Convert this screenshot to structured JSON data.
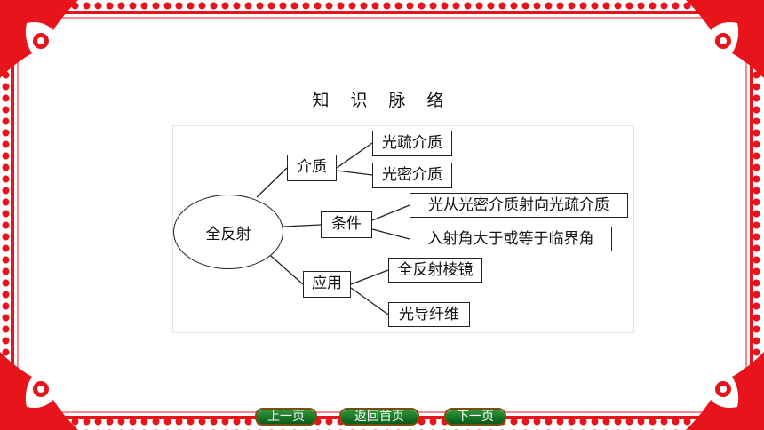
{
  "title": "知 识 脉 络",
  "diagram": {
    "root": "全反射",
    "branches": [
      {
        "label": "介质",
        "children": [
          "光疏介质",
          "光密介质"
        ]
      },
      {
        "label": "条件",
        "children": [
          "光从光密介质射向光疏介质",
          "入射角大于或等于临界角"
        ]
      },
      {
        "label": "应用",
        "children": [
          "全反射棱镜",
          "光导纤维"
        ]
      }
    ]
  },
  "nav": {
    "prev_label": "上一页",
    "home_label": "返回首页",
    "next_label": "下一页"
  },
  "colors": {
    "frame_red": "#e8141c",
    "nav_green": "#1e7f2c",
    "nav_border": "#7a4e12"
  }
}
